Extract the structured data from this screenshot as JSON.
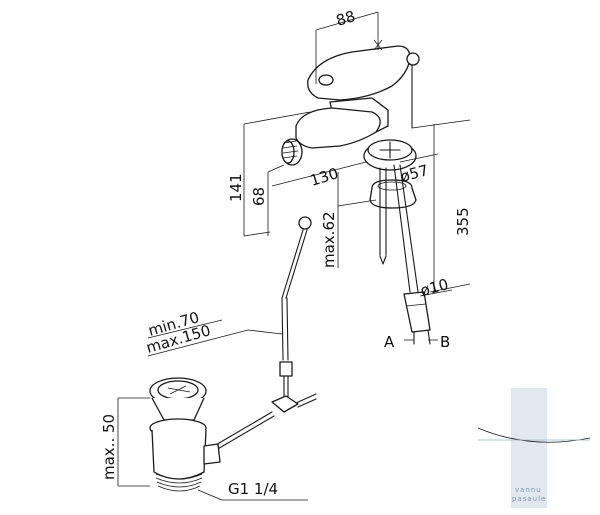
{
  "dimensions": {
    "spout_width": "88",
    "reach": "130",
    "total_height": "141",
    "spout_height": "68",
    "deck_hole_diameter": "ø57",
    "max_deck_thickness": "max.62",
    "hose_length": "355",
    "tube_diameter": "ø10",
    "rod_min": "min.70",
    "rod_max": "max.150",
    "waste_max": "max.. 50",
    "waste_thread": "G1  1/4"
  },
  "connections": {
    "a": "A",
    "b": "B"
  },
  "watermark": {
    "line1": "vannu",
    "line2": "pasaule",
    "color": "#c8d6e2"
  }
}
